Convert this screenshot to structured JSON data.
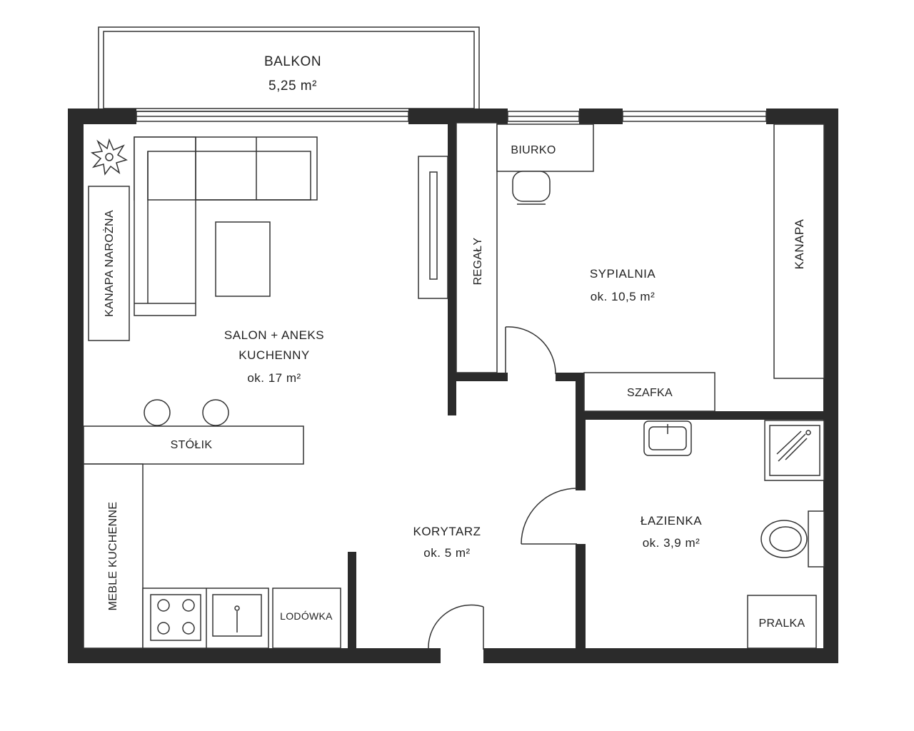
{
  "rooms": {
    "balkon": {
      "name": "BALKON",
      "area": "5,25 m²"
    },
    "salon": {
      "name_line1": "SALON + ANEKS",
      "name_line2": "KUCHENNY",
      "area": "ok. 17 m²"
    },
    "sypialnia": {
      "name": "SYPIALNIA",
      "area": "ok. 10,5 m²"
    },
    "korytarz": {
      "name": "KORYTARZ",
      "area": "ok. 5 m²"
    },
    "lazienka": {
      "name": "ŁAZIENKA",
      "area": "ok. 3,9 m²"
    }
  },
  "furniture": {
    "biurko": "BIURKO",
    "regaly": "REGAŁY",
    "kanapa": "KANAPA",
    "kanapa_narozna": "KANAPA NAROŻNA",
    "szafka": "SZAFKA",
    "stolik": "STÓŁIK",
    "meble_kuchenne": "MEBLE KUCHENNE",
    "lodowka": "LODÓWKA",
    "pralka": "PRALKA"
  },
  "colors": {
    "wall": "#2b2b2b",
    "line": "#333333",
    "background": "#ffffff"
  }
}
